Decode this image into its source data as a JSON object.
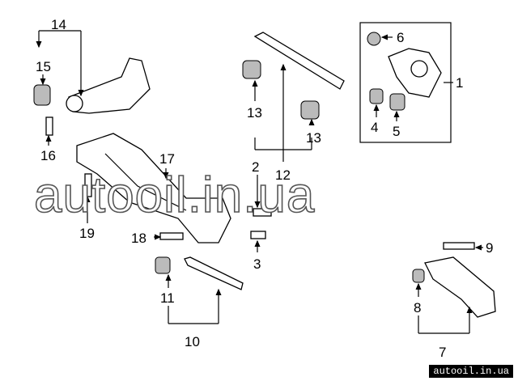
{
  "callouts": [
    "14",
    "15",
    "16",
    "17",
    "19",
    "18",
    "2",
    "3",
    "11",
    "10",
    "12",
    "13",
    "13",
    "6",
    "1",
    "4",
    "5",
    "9",
    "8",
    "7"
  ],
  "watermark": "autooil.in.ua",
  "badge": "autooil.in.ua"
}
